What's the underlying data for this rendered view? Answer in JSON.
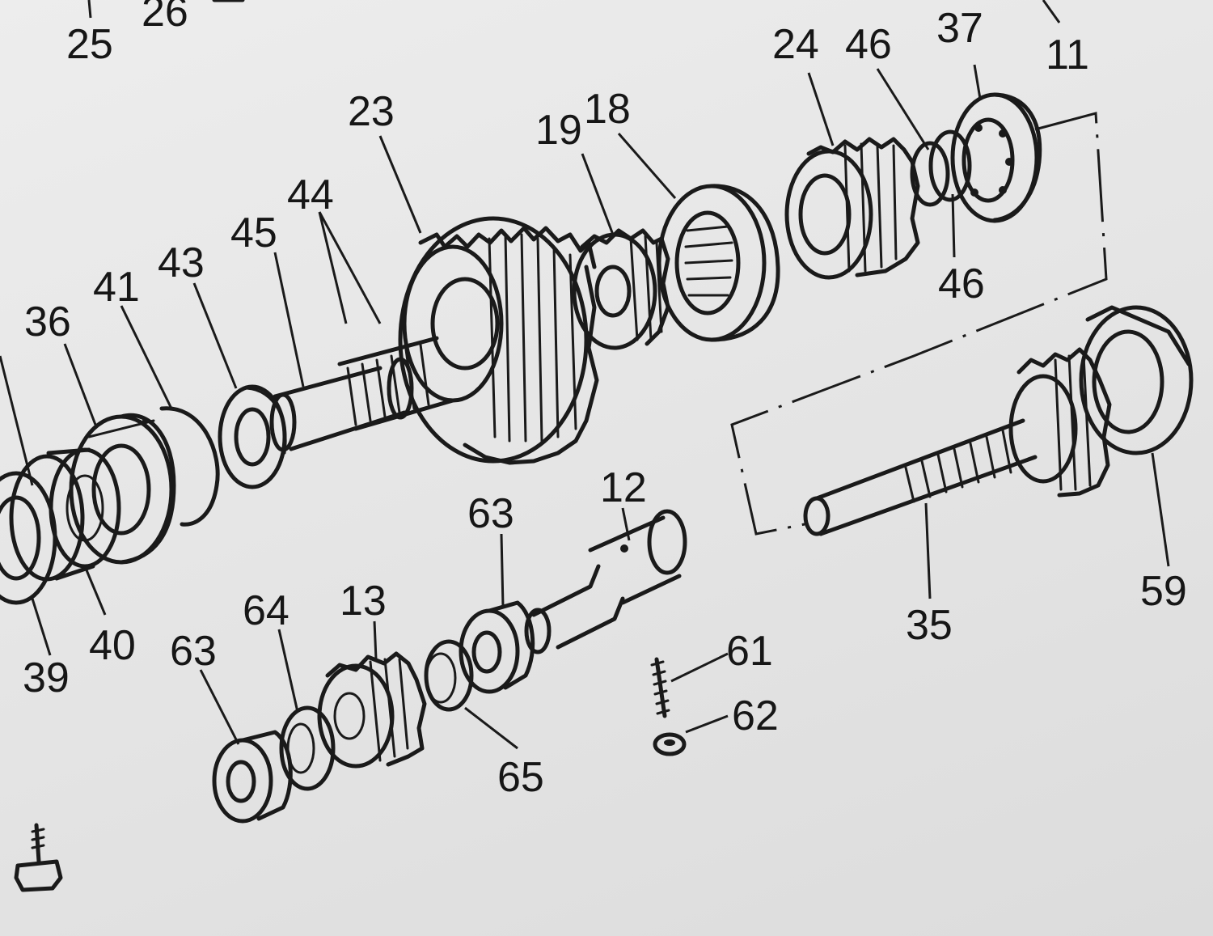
{
  "title": "",
  "callouts": {
    "p25": "25",
    "p26": "26",
    "p11": "11",
    "p37": "37",
    "p46a": "46",
    "p24": "24",
    "p46b": "46",
    "p23": "23",
    "p19": "19",
    "p18": "18",
    "p44": "44",
    "p45": "45",
    "p43": "43",
    "p41": "41",
    "p36": "36",
    "p12": "12",
    "p63a": "63",
    "p13": "13",
    "p64": "64",
    "p63b": "63",
    "p65": "65",
    "p61": "61",
    "p62": "62",
    "p35": "35",
    "p59": "59",
    "p39": "39",
    "p40": "40"
  },
  "colors": {
    "ink": "#1a1a1a",
    "paper": "#e9e9e9"
  }
}
